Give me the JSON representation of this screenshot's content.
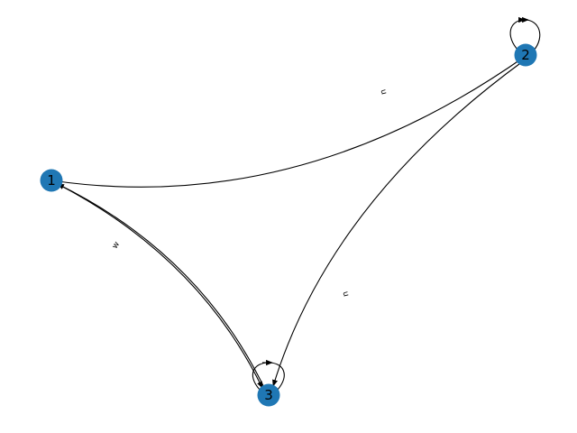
{
  "graph": {
    "node_color": "#1f77b4",
    "edge_color": "#000000",
    "nodes": [
      {
        "id": "1",
        "label": "1"
      },
      {
        "id": "2",
        "label": "2"
      },
      {
        "id": "3",
        "label": "3"
      }
    ],
    "edges": [
      {
        "from": "1",
        "to": "2",
        "label": "u"
      },
      {
        "from": "2",
        "to": "3",
        "label": "u"
      },
      {
        "from": "3",
        "to": "1",
        "label": "w"
      },
      {
        "from": "1",
        "to": "3",
        "label": ""
      },
      {
        "from": "2",
        "to": "2",
        "label": ""
      },
      {
        "from": "3",
        "to": "3",
        "label": ""
      }
    ]
  }
}
